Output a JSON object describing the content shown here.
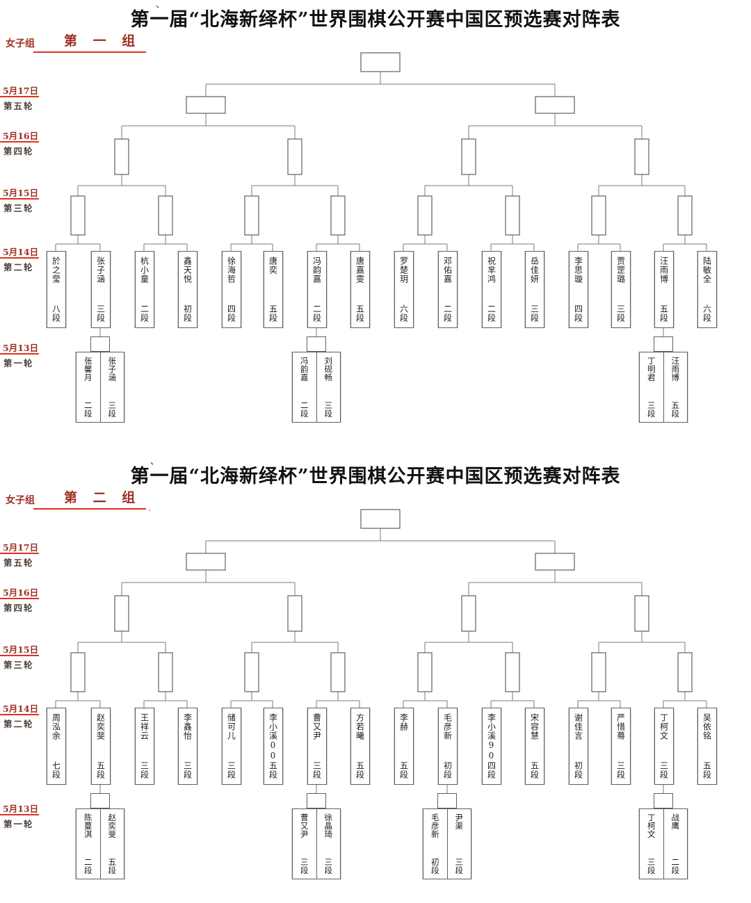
{
  "page": {
    "title": "第一届“北海新绎杯”世界围棋公开赛中国区预选赛对阵表",
    "category": "女子组",
    "marks": {
      "title_mark": "、",
      "group_tick": "、"
    },
    "colors": {
      "accent_red": "#e03020",
      "label_red": "#9e2f23",
      "round_label_text": "#4c4038",
      "line_gray": "#7a7a7a"
    }
  },
  "rounds": [
    {
      "date": "5月17日",
      "name": "第五轮"
    },
    {
      "date": "5月16日",
      "name": "第四轮"
    },
    {
      "date": "5月15日",
      "name": "第三轮"
    },
    {
      "date": "5月14日",
      "name": "第二轮"
    },
    {
      "date": "5月13日",
      "name": "第一轮"
    }
  ],
  "groups": [
    {
      "label": "第 一 组",
      "players": [
        {
          "name": "於之莹",
          "rank": "八段"
        },
        {
          "name": "张子涵",
          "rank": "三段"
        },
        {
          "name": "杭小童",
          "rank": "二段"
        },
        {
          "name": "鑫天悦",
          "rank": "初段"
        },
        {
          "name": "徐海哲",
          "rank": "四段"
        },
        {
          "name": "唐奕",
          "rank": "五段"
        },
        {
          "name": "冯韵嘉",
          "rank": "二段"
        },
        {
          "name": "唐嘉雯",
          "rank": "五段"
        },
        {
          "name": "罗楚玥",
          "rank": "六段"
        },
        {
          "name": "邓佑嘉",
          "rank": "二段"
        },
        {
          "name": "祝芈鸿",
          "rank": "二段"
        },
        {
          "name": "岳佳妍",
          "rank": "三段"
        },
        {
          "name": "李思璇",
          "rank": "四段"
        },
        {
          "name": "贾罡璐",
          "rank": "三段"
        },
        {
          "name": "汪雨博",
          "rank": "五段"
        },
        {
          "name": "陆敏全",
          "rank": "六段"
        }
      ],
      "round1": [
        {
          "left": {
            "name": "张馨月",
            "rank": "二段"
          },
          "right": {
            "name": "张子涵",
            "rank": "三段"
          }
        },
        {
          "left": {
            "name": "冯韵嘉",
            "rank": "二段"
          },
          "right": {
            "name": "刘砚畅",
            "rank": "三段"
          }
        },
        {
          "left": {
            "name": "丁明君",
            "rank": "三段"
          },
          "right": {
            "name": "汪雨博",
            "rank": "五段"
          }
        }
      ]
    },
    {
      "label": "第 二 组",
      "players": [
        {
          "name": "周泓余",
          "rank": "七段"
        },
        {
          "name": "赵奕斐",
          "rank": "五段"
        },
        {
          "name": "王祥云",
          "rank": "三段"
        },
        {
          "name": "李鑫怡",
          "rank": "三段"
        },
        {
          "name": "储可儿",
          "rank": "三段"
        },
        {
          "name": "李小溪00",
          "rank": "五段"
        },
        {
          "name": "曹又尹",
          "rank": "三段"
        },
        {
          "name": "方若曦",
          "rank": "五段"
        },
        {
          "name": "李赫",
          "rank": "五段"
        },
        {
          "name": "毛彦新",
          "rank": "初段"
        },
        {
          "name": "李小溪90",
          "rank": "四段"
        },
        {
          "name": "宋容慧",
          "rank": "五段"
        },
        {
          "name": "谢佳言",
          "rank": "初段"
        },
        {
          "name": "严惜蓦",
          "rank": "三段"
        },
        {
          "name": "丁柯文",
          "rank": "三段"
        },
        {
          "name": "吴依铭",
          "rank": "五段"
        }
      ],
      "round1": [
        {
          "left": {
            "name": "陈蔓淇",
            "rank": "二段"
          },
          "right": {
            "name": "赵奕斐",
            "rank": "五段"
          }
        },
        {
          "left": {
            "name": "曹又尹",
            "rank": "三段"
          },
          "right": {
            "name": "徐晶琦",
            "rank": "三段"
          }
        },
        {
          "left": {
            "name": "毛彦新",
            "rank": "初段"
          },
          "right": {
            "name": "尹渠",
            "rank": "三段"
          }
        },
        {
          "left": {
            "name": "丁柯文",
            "rank": "三段"
          },
          "right": {
            "name": "战鹰",
            "rank": "二段"
          }
        }
      ]
    }
  ]
}
